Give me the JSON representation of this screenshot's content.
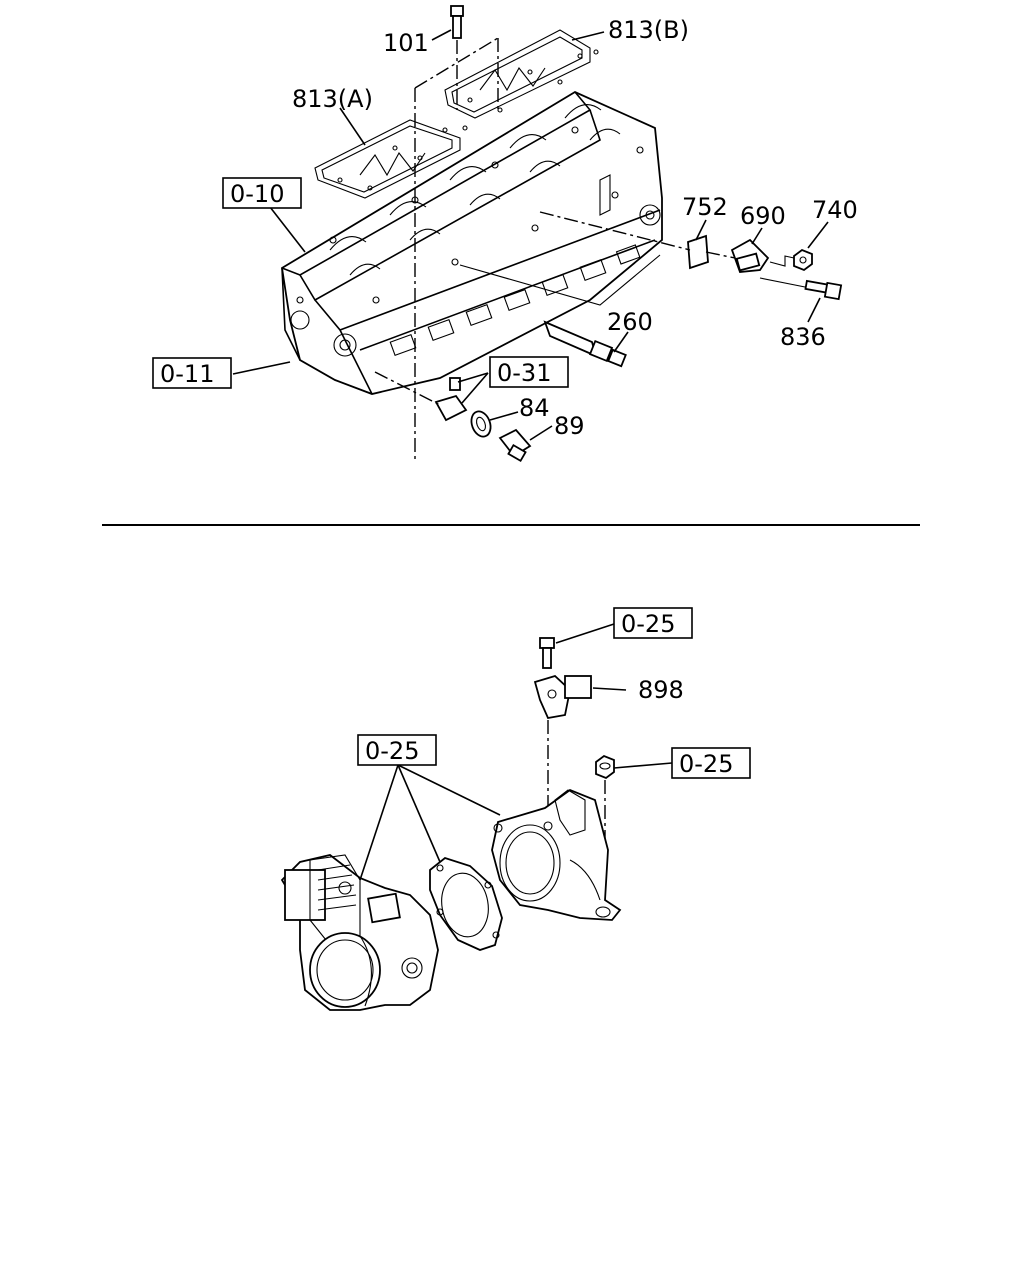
{
  "top_diagram": {
    "callouts": {
      "c101": "101",
      "c813b": "813(B)",
      "c813a": "813(A)",
      "c752": "752",
      "c690": "690",
      "c740": "740",
      "c836": "836",
      "c260": "260",
      "c84": "84",
      "c89": "89"
    },
    "references": {
      "r010": "0-10",
      "r011": "0-11",
      "r031": "0-31"
    }
  },
  "bottom_diagram": {
    "callouts": {
      "c898": "898"
    },
    "references": {
      "r025_top": "0-25",
      "r025_left": "0-25",
      "r025_right": "0-25"
    }
  }
}
